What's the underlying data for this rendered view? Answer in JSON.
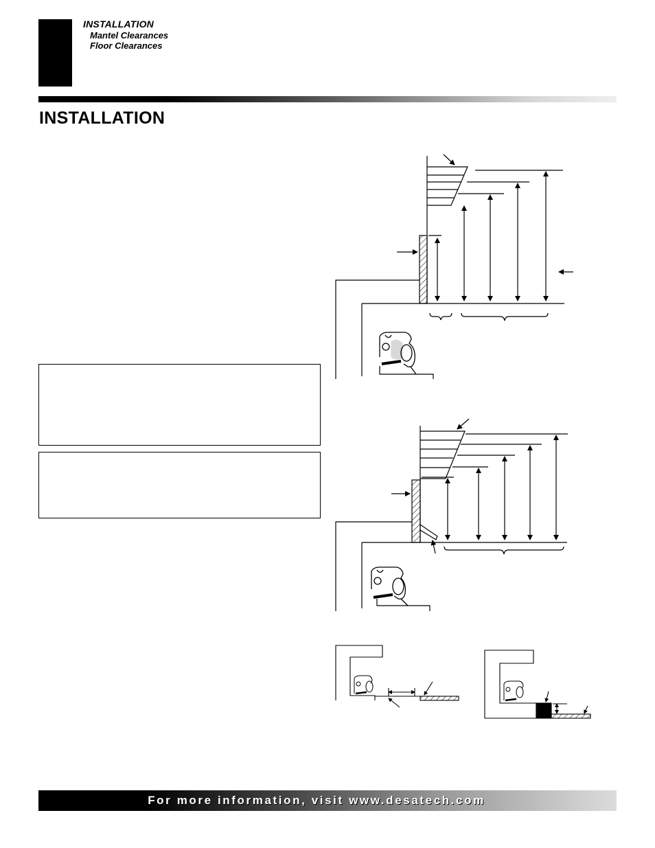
{
  "header": {
    "section": "INSTALLATION",
    "topics": [
      "Mantel Clearances",
      "Floor Clearances"
    ]
  },
  "page_title": "INSTALLATION",
  "footer": {
    "text": "For more information, visit www.desatech.com"
  },
  "figures": [
    {
      "id": "mantel-clearance-figure"
    },
    {
      "id": "mantel-clearance-with-hood-figure"
    },
    {
      "id": "floor-clearance-flush-figure"
    },
    {
      "id": "floor-clearance-raised-figure"
    }
  ]
}
